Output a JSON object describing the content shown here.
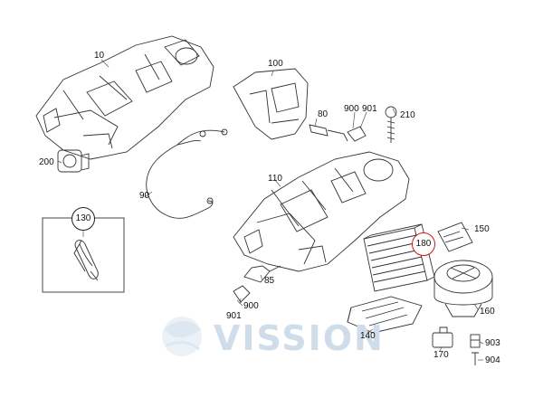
{
  "diagram": {
    "callouts": {
      "p10": "10",
      "p100": "100",
      "p80": "80",
      "p900a": "900",
      "p901a": "901",
      "p210": "210",
      "p200": "200",
      "p90": "90",
      "p110": "110",
      "p130": "130",
      "p150": "150",
      "p180": "180",
      "p85": "85",
      "p900b": "900",
      "p901b": "901",
      "p160": "160",
      "p140": "140",
      "p903": "903",
      "p170": "170",
      "p904": "904"
    },
    "highlight_color": "#d01818"
  },
  "watermark": {
    "text": "VISSION",
    "color": "#cfdcea"
  }
}
